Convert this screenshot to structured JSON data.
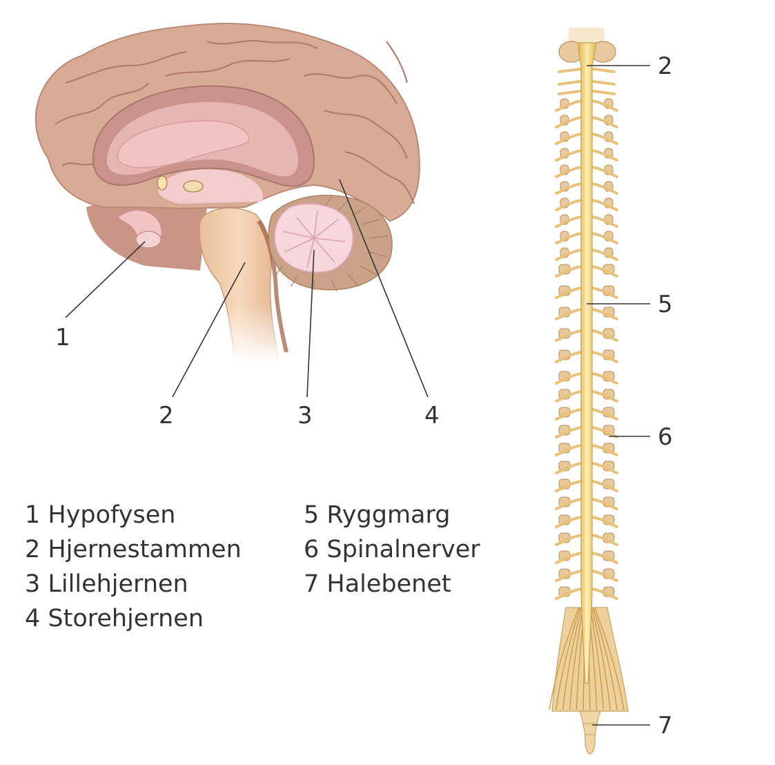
{
  "callouts": {
    "brain": [
      "1",
      "2",
      "3",
      "4"
    ],
    "spine": [
      "2",
      "5",
      "6",
      "7"
    ]
  },
  "legend": {
    "left": [
      "1 Hypofysen",
      "2 Hjernestammen",
      "3 Lillehjernen",
      "4 Storehjernen"
    ],
    "right": [
      "5 Ryggmarg",
      "6 Spinalnerver",
      "7 Halebenet"
    ]
  },
  "colors": {
    "cortex": "#d9aa96",
    "cortex_shadow": "#b98876",
    "inner_pink": "#f2c3c3",
    "cerebellum": "#f7d6dc",
    "brainstem": "#f1cfae",
    "spinal_cord": "#f6df87",
    "vertebra": "#e7c99a",
    "nerve": "#e9c17a",
    "line": "#333333"
  }
}
